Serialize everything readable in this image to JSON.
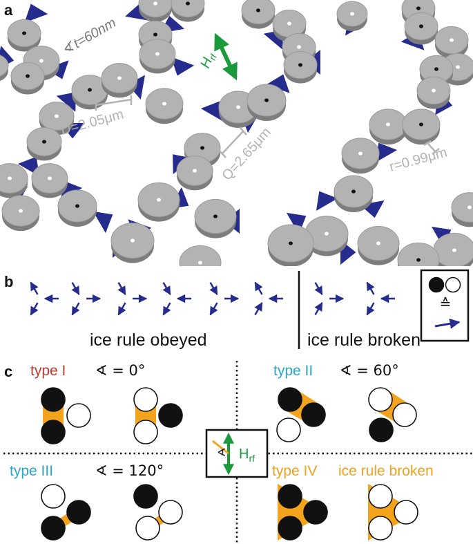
{
  "panel_a": {
    "letter": "a",
    "thickness": "t=60nm",
    "thickness_symbol": "∢",
    "field_label": "H",
    "field_sub": "rf",
    "diameter": "D=2.05μm",
    "gap": "Q=2.65μm",
    "ring_radius": "r=0.99μm"
  },
  "panel_b": {
    "letter": "b",
    "obeyed": "ice rule obeyed",
    "broken": "ice rule broken",
    "legend_equiv": "≙"
  },
  "panel_c": {
    "letter": "c",
    "type1": "type I",
    "type1_angle": "∢ = 0°",
    "type2": "type II",
    "type2_angle": "∢ = 60°",
    "type3": "type III",
    "type3_angle": "∢ = 120°",
    "type4": "type IV",
    "type4_note": "ice rule broken",
    "center_field": "H",
    "center_sub": "rf",
    "center_angle": "∢"
  },
  "colors": {
    "disk": "#b0b0b0",
    "disk_edge": "#808080",
    "triangle": "#262c8e",
    "arrow": "#262c8e",
    "field": "#1a9a3a",
    "type1": "#c0392b",
    "type2": "#2aa7c8",
    "type3": "#2aa7c8",
    "type4": "#f0a020",
    "orange": "#f4a31c"
  }
}
